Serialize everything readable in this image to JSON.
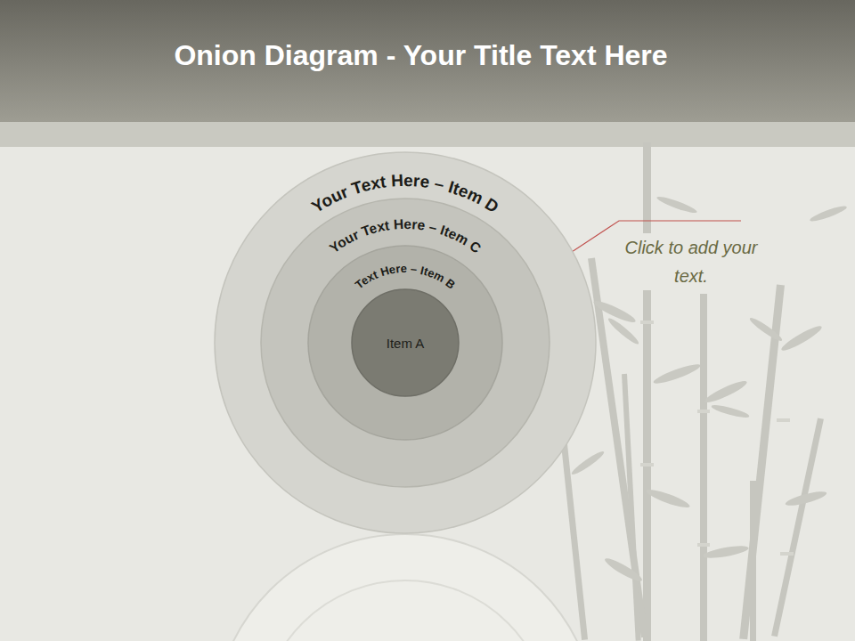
{
  "diagram": {
    "title": "Onion Diagram - Your Title Text Here",
    "nodes": [
      {
        "text": [
          "Your Text Here – Item D"
        ]
      },
      {
        "text": [
          "Your Text Here – Item C"
        ],
        "in": 0
      },
      {
        "text": [
          "Text Here – Item B"
        ],
        "in": 1
      },
      {
        "text": [
          "Item A"
        ],
        "in": 2
      }
    ],
    "labels": [
      "Click to add your text."
    ]
  }
}
